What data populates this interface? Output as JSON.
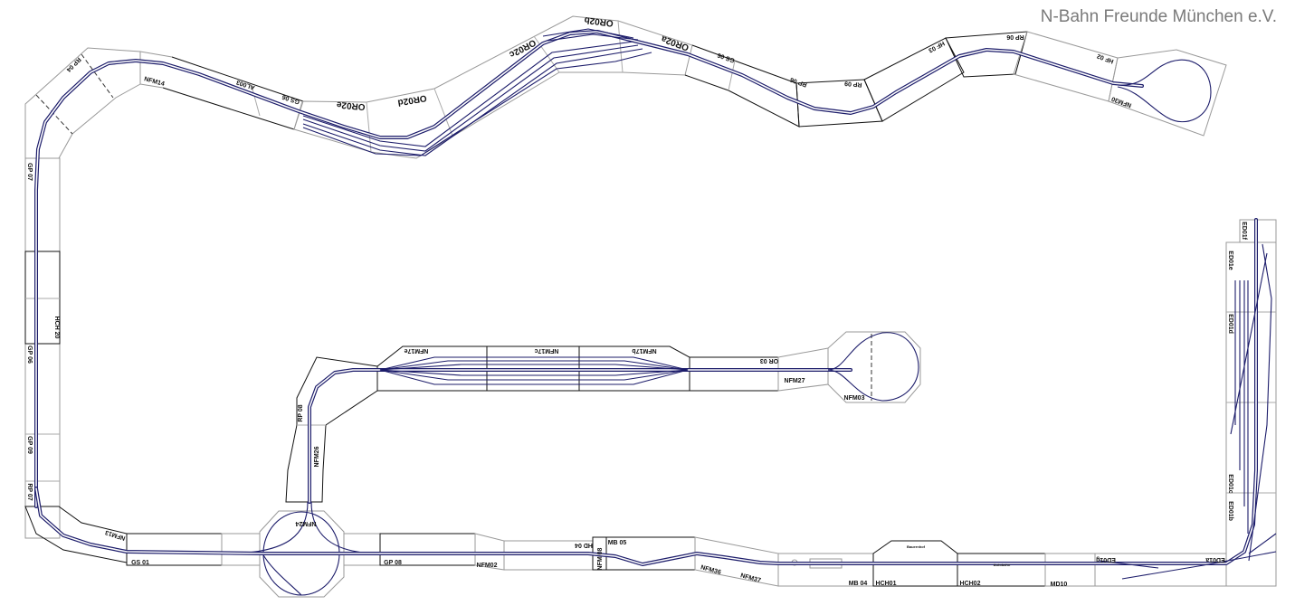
{
  "title": "N-Bahn Freunde München e.V.",
  "colors": {
    "track": "#1c1c6a",
    "module_outline": "#999999",
    "title": "#7a7a7a"
  },
  "labels": {
    "rp04": "RP 04",
    "nfm14": "NFM14",
    "al003": "AL003",
    "gs06a": "GS 06",
    "or02e": "OR02e",
    "or02d": "OR02d",
    "or02c": "OR02c",
    "or02b": "OR02b",
    "or02a": "OR02a",
    "gs06b": "GS 06",
    "rp06a": "RP 06",
    "rp09": "RP 09",
    "hf03": "HF 03",
    "rp06b": "RP 06",
    "hf02": "HF 02",
    "nfm30": "NFM30",
    "gp07": "GP 07",
    "hch20": "HCH 20",
    "gp06": "GP 06",
    "gp09": "GP 09",
    "rp07": "RP 07",
    "nfm17e": "NFM17e",
    "nfm17c": "NFM17c",
    "nfm17b": "NFM17b",
    "or03": "OR 03",
    "nfm27": "NFM27",
    "nfm03": "NFM03",
    "rp08": "RP 08",
    "nfm26": "NFM26",
    "nfm13": "NFM13",
    "gs01": "GS 01",
    "nfm24": "NFM24",
    "gp08": "GP 08",
    "nfm02": "NFM02",
    "hd04": "HD 04",
    "nfm08": "NFM 08",
    "mb05": "MB 05",
    "nfm36": "NFM36",
    "nfm37": "NFM37",
    "mb04": "MB 04",
    "hch01": "HCH01",
    "hch02": "HCH02",
    "md10": "MD10",
    "ed01g": "ED01g",
    "ed01a": "ED01a",
    "bauernhof": "Bauernhof",
    "autobahn": "Autobahn",
    "ed01f": "ED01f",
    "ed01e": "ED01e",
    "ed01d": "ED01d",
    "ed01c": "ED01c",
    "ed01b": "ED01b"
  }
}
